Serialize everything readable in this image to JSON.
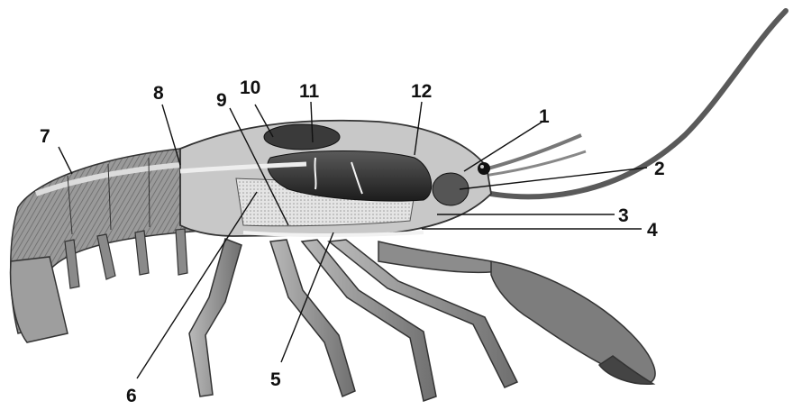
{
  "figure": {
    "kind": "crayfish internal anatomy illustration",
    "colors": {
      "ink": "#111111",
      "background": "#ffffff",
      "shell": "#8a8a8a"
    }
  },
  "labels": [
    {
      "id": "l1",
      "text": "1"
    },
    {
      "id": "l2",
      "text": "2"
    },
    {
      "id": "l3",
      "text": "3"
    },
    {
      "id": "l4",
      "text": "4"
    },
    {
      "id": "l5",
      "text": "5"
    },
    {
      "id": "l6",
      "text": "6"
    },
    {
      "id": "l7",
      "text": "7"
    },
    {
      "id": "l8",
      "text": "8"
    },
    {
      "id": "l9",
      "text": "9"
    },
    {
      "id": "l10",
      "text": "10"
    },
    {
      "id": "l11",
      "text": "11"
    },
    {
      "id": "l12",
      "text": "12"
    }
  ]
}
